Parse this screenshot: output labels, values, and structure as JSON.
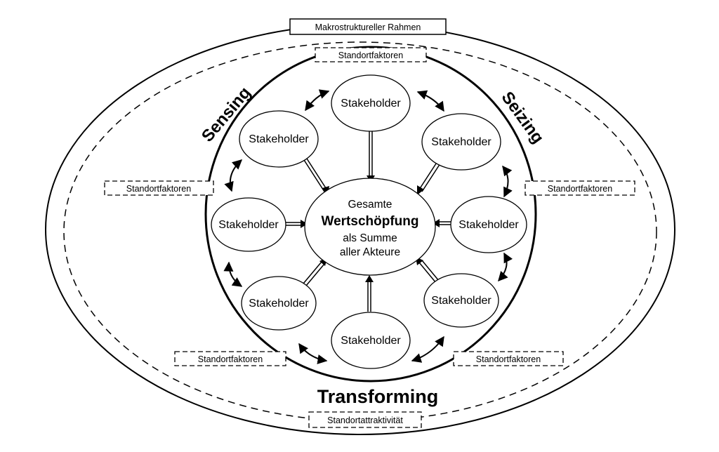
{
  "diagram": {
    "frame_label": "Makrostruktureller Rahmen",
    "location_factor_label": "Standortfaktoren",
    "attractiveness_label": "Standortattraktivität",
    "center": {
      "line1": "Gesamte",
      "line2": "Wertschöpfung",
      "line3": "als Summe",
      "line4": "aller Akteure"
    },
    "stakeholder_label": "Stakeholder",
    "phases": {
      "sensing": "Sensing",
      "seizing": "Seizing",
      "transforming": "Transforming"
    }
  }
}
